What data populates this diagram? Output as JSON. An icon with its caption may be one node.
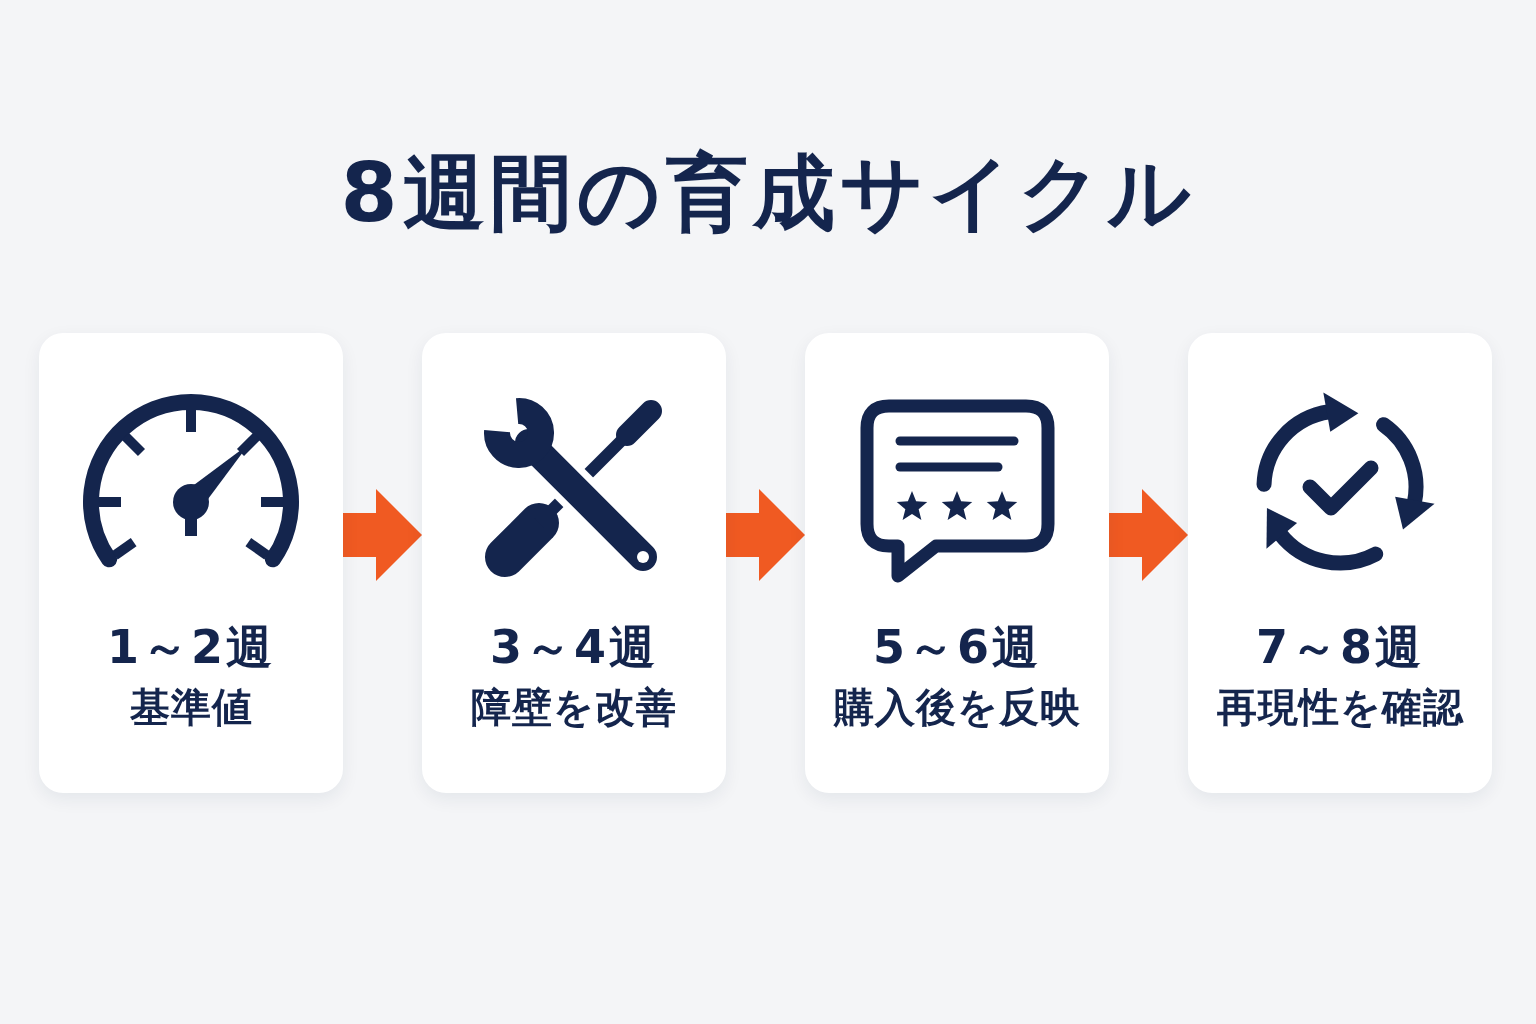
{
  "diagram": {
    "title": "8週間の育成サイクル",
    "nodes": [
      {
        "text": [
          "1～2週",
          "基準値"
        ]
      },
      {
        "text": [
          "3～4週",
          "障壁を改善"
        ]
      },
      {
        "text": [
          "5～6週",
          "購入後を反映"
        ]
      },
      {
        "text": [
          "7～8週",
          "再現性を確認"
        ]
      }
    ],
    "edges": [
      {
        "from": 0,
        "to": 1,
        "arrow": "to"
      },
      {
        "from": 1,
        "to": 2,
        "arrow": "to"
      },
      {
        "from": 2,
        "to": 3,
        "arrow": "to"
      }
    ]
  }
}
